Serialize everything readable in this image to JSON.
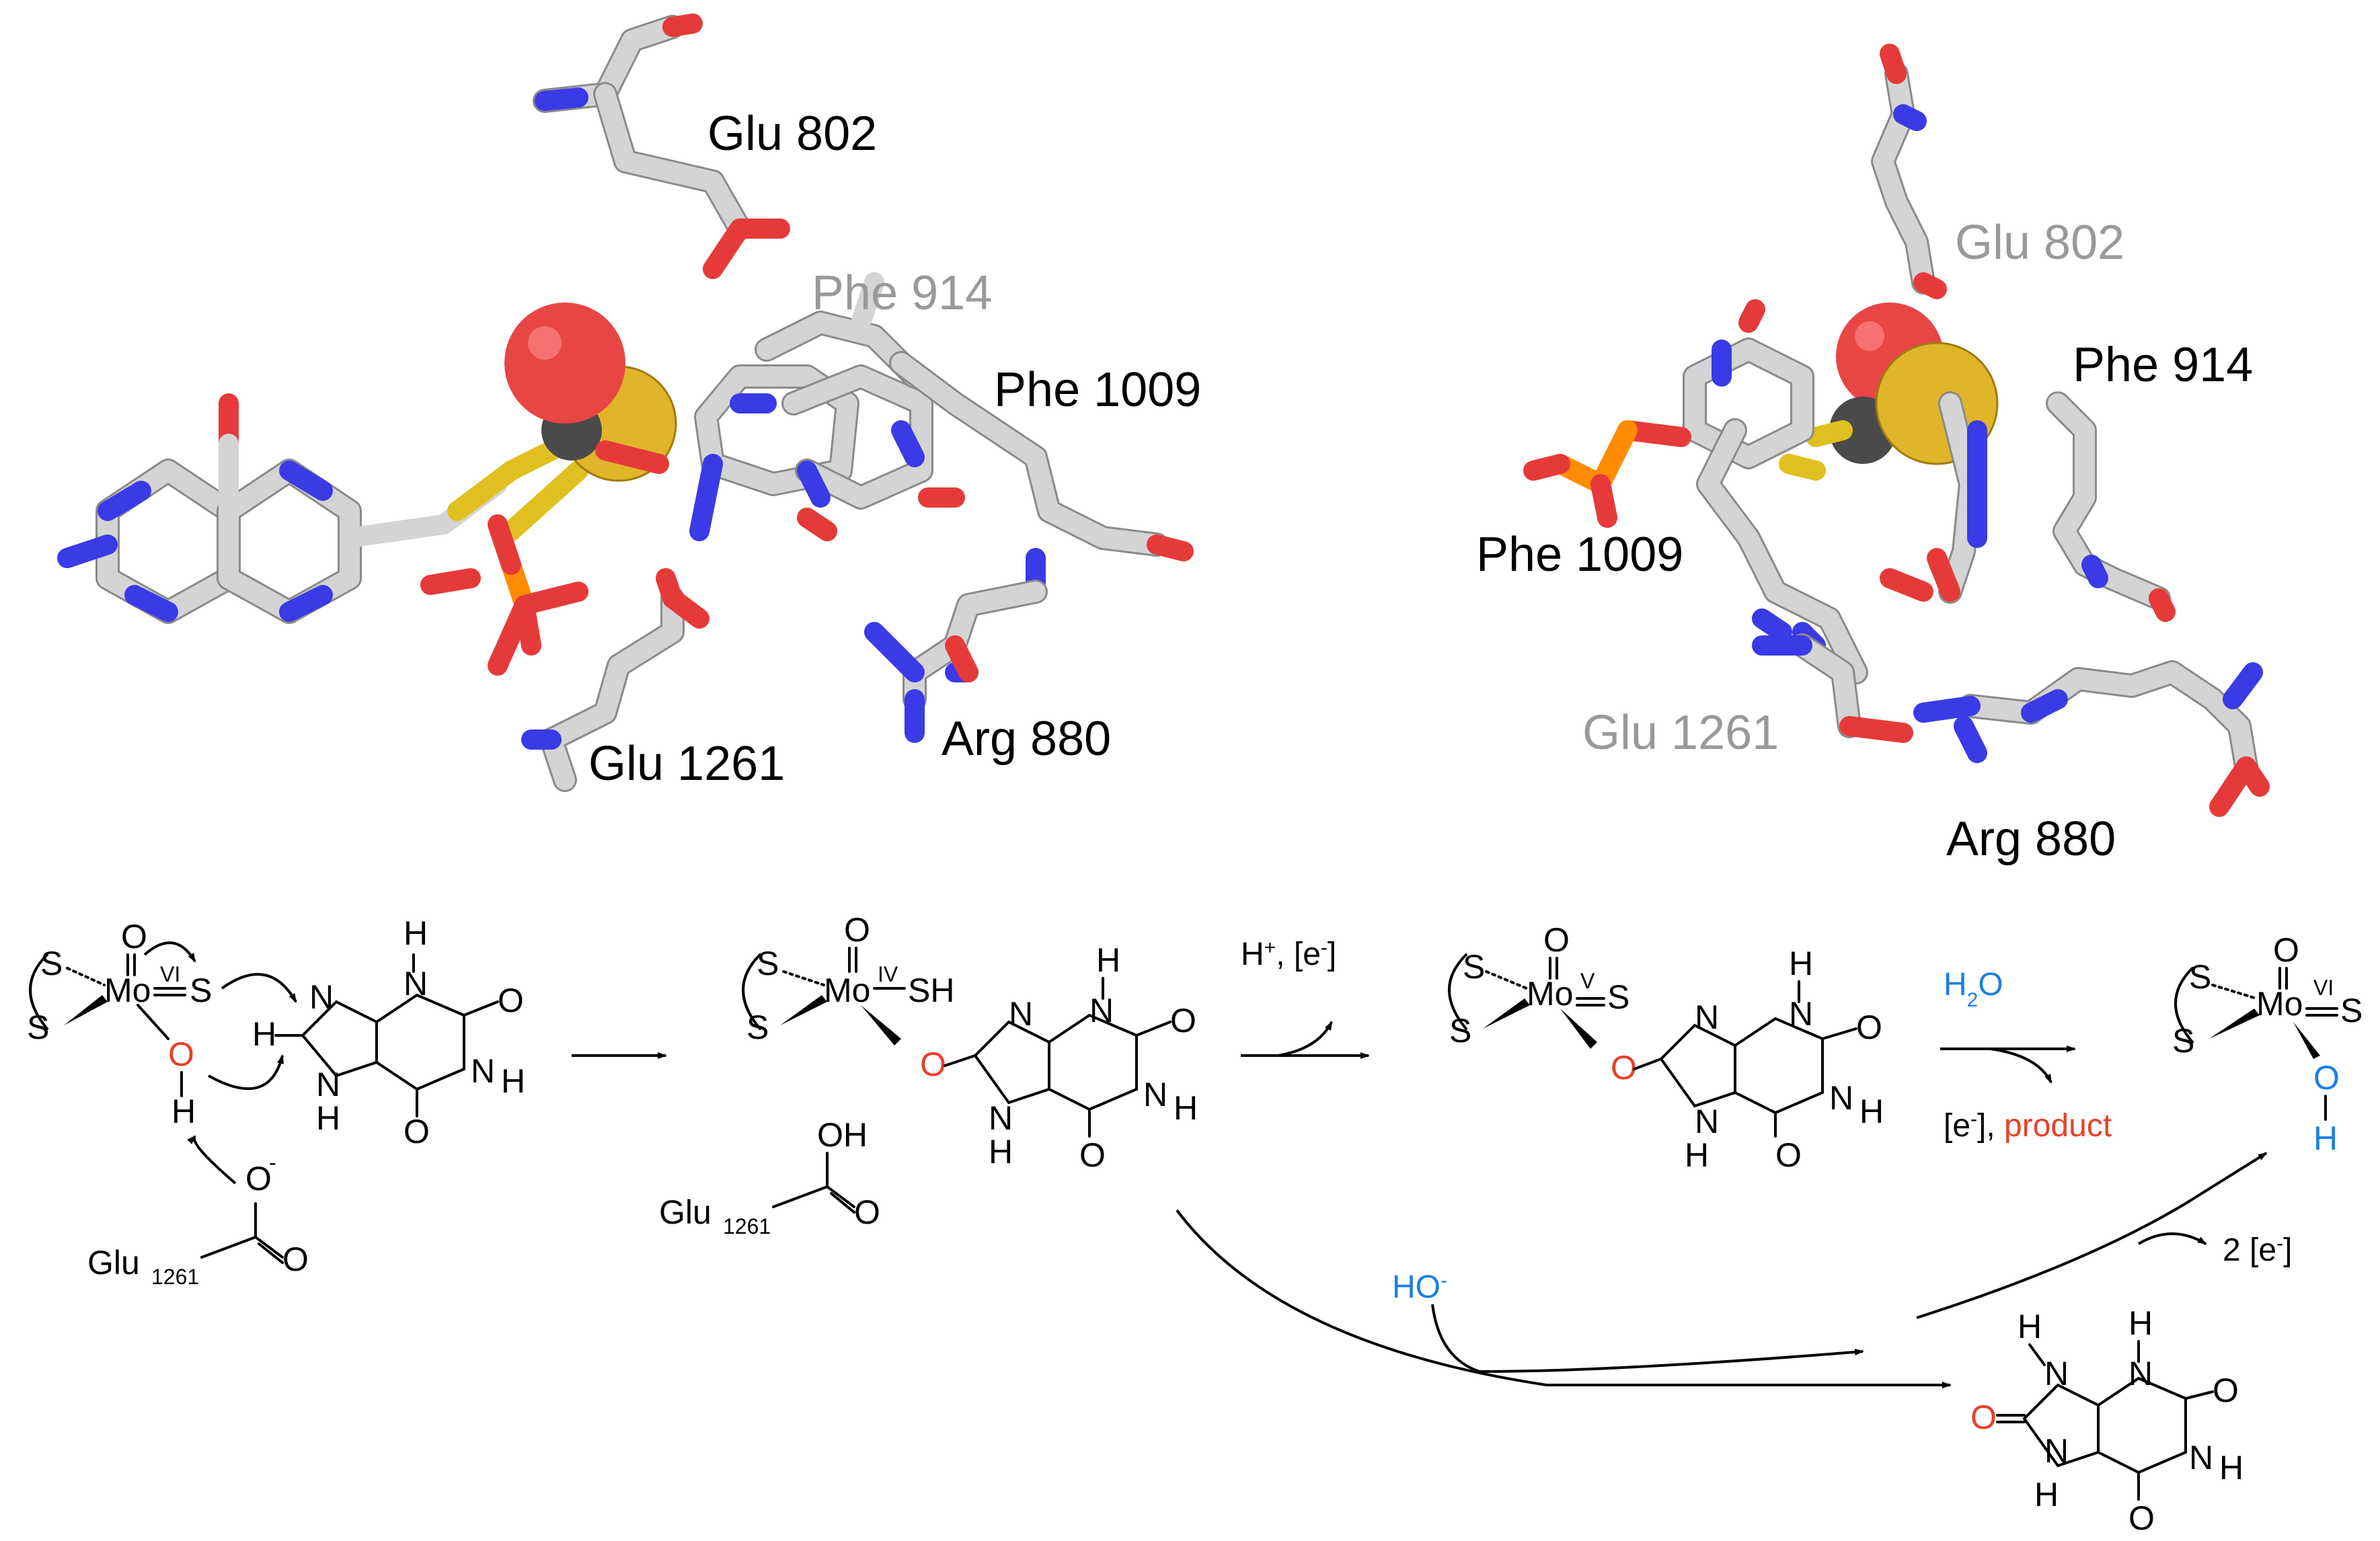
{
  "structure_left": {
    "labels": [
      {
        "text": "Glu 802",
        "color": "#000000"
      },
      {
        "text": "Phe 914",
        "color": "#999999"
      },
      {
        "text": "Phe 1009",
        "color": "#000000"
      },
      {
        "text": "Glu 1261",
        "color": "#000000"
      },
      {
        "text": "Arg 880",
        "color": "#000000"
      }
    ]
  },
  "structure_right": {
    "labels": [
      {
        "text": "Glu 802",
        "color": "#999999"
      },
      {
        "text": "Phe 914",
        "color": "#000000"
      },
      {
        "text": "Phe 1009",
        "color": "#000000"
      },
      {
        "text": "Glu 1261",
        "color": "#999999"
      },
      {
        "text": "Arg 880",
        "color": "#000000"
      }
    ]
  },
  "scheme": {
    "atoms": {
      "S": "S",
      "Mo": "Mo",
      "O": "O",
      "H": "H",
      "N": "N",
      "SH": "SH",
      "OH": "OH",
      "O_minus": "O",
      "minus": "-"
    },
    "ox_VI": "VI",
    "ox_IV": "IV",
    "ox_V": "V",
    "glu": "Glu",
    "glu_sub": "1261",
    "step2_reagent": "H",
    "step2_plus": "+",
    "step2_rest": ", [e",
    "step2_eminus": "-",
    "step2_close": "]",
    "step3_reagent_H": "H",
    "step3_reagent_sub": "2",
    "step3_reagent_O": "O",
    "step3_out_open": "[e",
    "step3_out_minus": "-",
    "step3_out_close": "],",
    "step3_product": "product",
    "hydroxide": "HO",
    "hydroxide_charge": "-",
    "two_e": "2 [e",
    "two_e_minus": "-",
    "two_e_close": "]"
  },
  "colors": {
    "red": "#e8402a",
    "blue": "#1a7fe8",
    "black": "#000000",
    "gray": "#999999"
  }
}
